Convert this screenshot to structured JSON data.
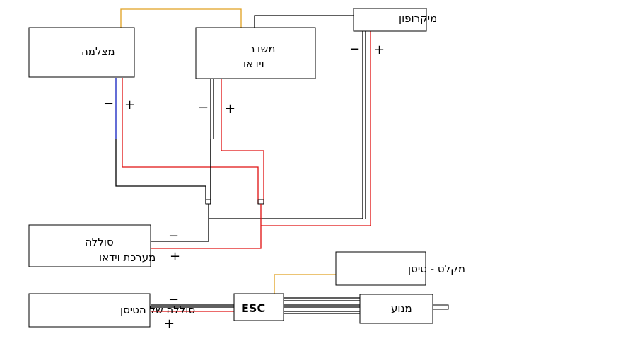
{
  "colors": {
    "negative_wire": "#000000",
    "positive_wire": "#e01010",
    "signal_wire": "#e0a020",
    "camera_negative_wire": "#1020c0"
  },
  "components": {
    "camera": "מצלמה",
    "video_tx_line1": "משדר",
    "video_tx_line2": "וידאו",
    "microphone": "מיקרופון",
    "video_battery_line1": "סוללה",
    "video_battery_line2": "מערכת וידאו",
    "receiver": "מקלט - טיסן",
    "plane_battery": "סוללה של הטיסן",
    "esc": "ESC",
    "motor": "מנוע"
  },
  "polarity": {
    "minus": "−",
    "plus": "+"
  }
}
